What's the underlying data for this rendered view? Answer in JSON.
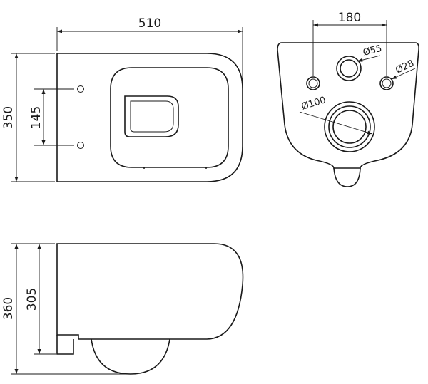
{
  "top_view": {
    "width_label": "510",
    "depth_label": "350",
    "fixing_spacing_label": "145"
  },
  "back_view": {
    "fixing_centers_label": "180",
    "inlet_diameter_label": "Ø55",
    "fixing_hole_label": "Ø28",
    "outlet_diameter_label": "Ø100"
  },
  "side_view": {
    "height_total_label": "360",
    "height_outlet_label": "305"
  }
}
